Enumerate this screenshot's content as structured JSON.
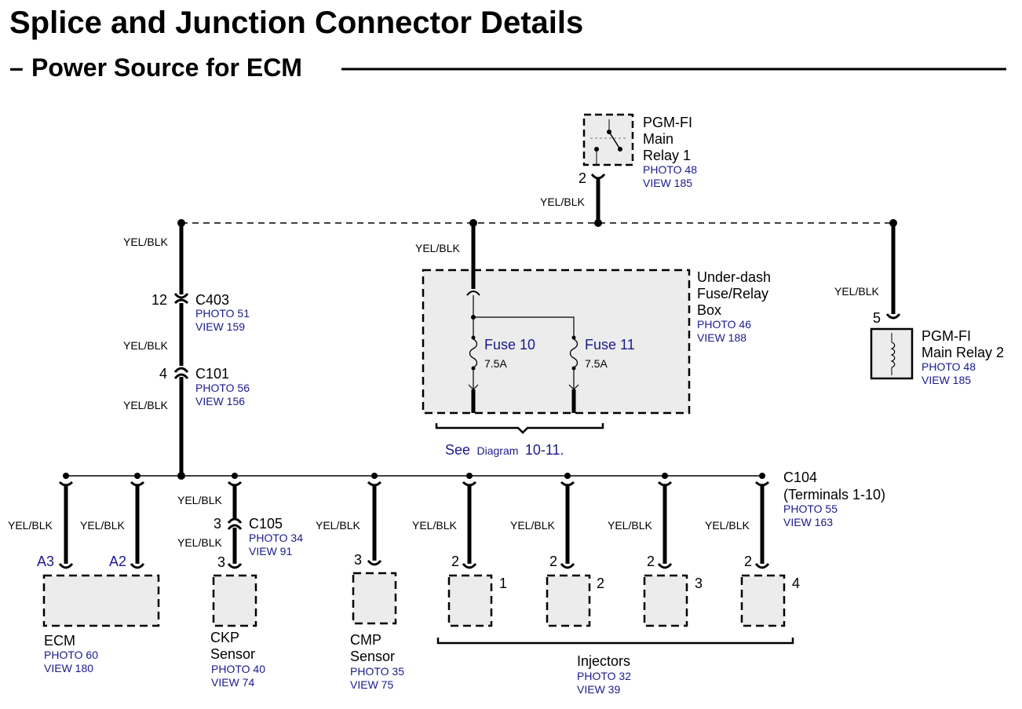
{
  "title": "Splice and Junction Connector Details",
  "subtitle_dash": "–",
  "subtitle": "Power Source for ECM",
  "wire_color": "YEL/BLK",
  "relay1": {
    "name_lines": [
      "PGM-FI",
      "Main",
      "Relay 1"
    ],
    "photo": "PHOTO 48",
    "view": "VIEW 185",
    "pin": "2"
  },
  "relay2": {
    "name_lines": [
      "PGM-FI",
      "Main Relay 2"
    ],
    "photo": "PHOTO 48",
    "view": "VIEW 185",
    "pin": "5"
  },
  "fusebox": {
    "name_lines": [
      "Under-dash",
      "Fuse/Relay",
      "Box"
    ],
    "photo": "PHOTO 46",
    "view": "VIEW 188",
    "fuses": [
      {
        "name": "Fuse 10",
        "rating": "7.5A"
      },
      {
        "name": "Fuse 11",
        "rating": "7.5A"
      }
    ],
    "see_diagram": {
      "prefix": "See",
      "middle": "Diagram",
      "suffix": "10-11."
    }
  },
  "c403": {
    "name": "C403",
    "pin": "12",
    "photo": "PHOTO 51",
    "view": "VIEW 159"
  },
  "c101": {
    "name": "C101",
    "pin": "4",
    "photo": "PHOTO 56",
    "view": "VIEW 156"
  },
  "c105": {
    "name": "C105",
    "pin": "3",
    "photo": "PHOTO 34",
    "view": "VIEW 91"
  },
  "c104": {
    "name": "C104",
    "terminals": "(Terminals 1-10)",
    "photo": "PHOTO 55",
    "view": "VIEW 163"
  },
  "ecm": {
    "name": "ECM",
    "photo": "PHOTO 60",
    "view": "VIEW 180",
    "pin_a": "A3",
    "pin_b": "A2"
  },
  "ckp": {
    "name_lines": [
      "CKP",
      "Sensor"
    ],
    "photo": "PHOTO 40",
    "view": "VIEW 74",
    "pin": "3"
  },
  "cmp": {
    "name_lines": [
      "CMP",
      "Sensor"
    ],
    "photo": "PHOTO 35",
    "view": "VIEW 75",
    "pin": "3"
  },
  "injectors": {
    "name": "Injectors",
    "photo": "PHOTO 32",
    "view": "VIEW 39",
    "pin": "2",
    "numbers": [
      "1",
      "2",
      "3",
      "4"
    ]
  }
}
